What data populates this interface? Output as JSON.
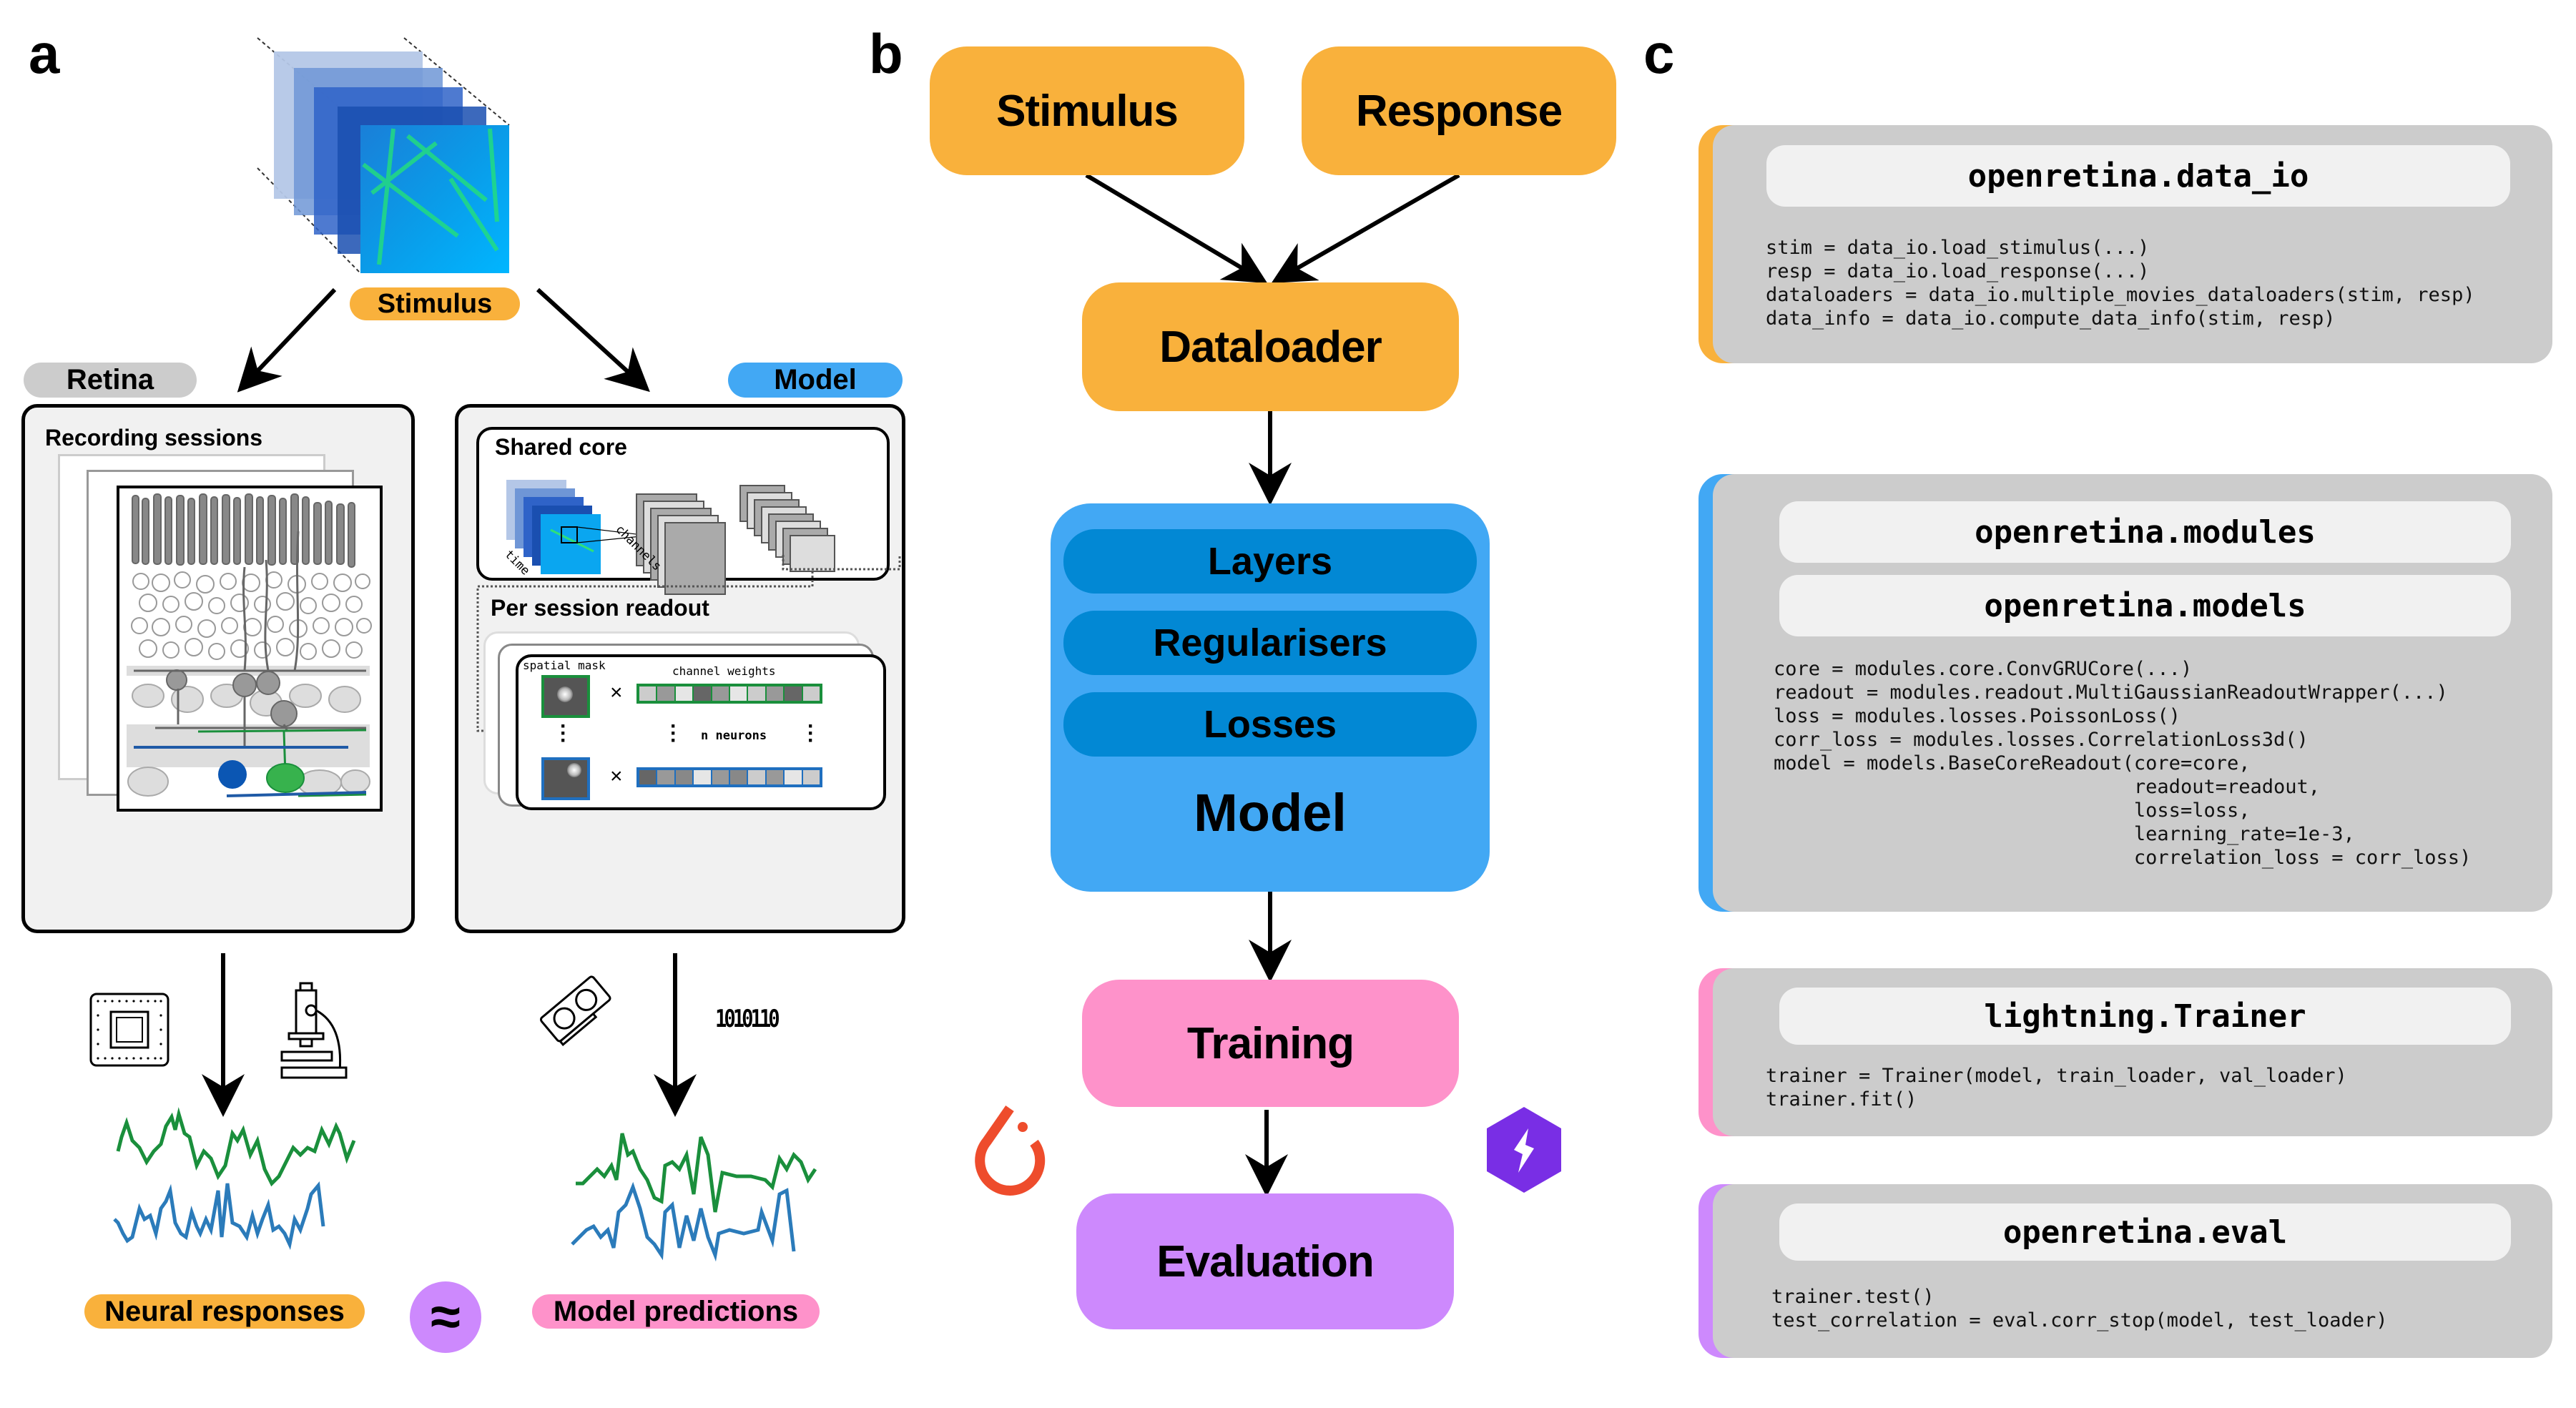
{
  "panels": {
    "a": "a",
    "b": "b",
    "c": "c"
  },
  "colors": {
    "orange": "#f9b13c",
    "blue": "#42a8f4",
    "blue_dark": "#0288d4",
    "pink": "#fe92ca",
    "purple": "#cd89fd",
    "grey_pill": "#cccccc",
    "code_bg": "#cccccc",
    "code_header_bg": "#f1f1f1",
    "trace_green": "#1a8f3c",
    "trace_blue": "#2b7bba",
    "pytorch_red": "#ee4c2c",
    "lightning_purple": "#792ee5"
  },
  "panel_a": {
    "stimulus_label": "Stimulus",
    "retina_label": "Retina",
    "model_label": "Model",
    "recording_sessions": "Recording sessions",
    "shared_core": "Shared core",
    "core_axis_time": "time",
    "core_axis_channels": "channels",
    "per_session_readout": "Per session readout",
    "spatial_mask": "spatial mask",
    "channel_weights": "channel weights",
    "n_neurons": "n neurons",
    "multiply_symbol": "×",
    "binary_text": "1010110",
    "neural_responses": "Neural responses",
    "model_predictions": "Model predictions",
    "approx_symbol": "≈",
    "icons": [
      "microelectrode-array-icon",
      "microscope-icon",
      "gpu-icon",
      "binary-code-icon"
    ]
  },
  "panel_b": {
    "stimulus": "Stimulus",
    "response": "Response",
    "dataloader": "Dataloader",
    "model": "Model",
    "model_parts": [
      "Layers",
      "Regularisers",
      "Losses"
    ],
    "training": "Training",
    "evaluation": "Evaluation",
    "icons": [
      "pytorch-icon",
      "lightning-icon"
    ]
  },
  "panel_c": {
    "blocks": [
      {
        "headers": [
          "openretina.data_io"
        ],
        "code": "stim = data_io.load_stimulus(...)\nresp = data_io.load_response(...)\ndataloaders = data_io.multiple_movies_dataloaders(stim, resp)\ndata_info = data_io.compute_data_info(stim, resp)"
      },
      {
        "headers": [
          "openretina.modules",
          "openretina.models"
        ],
        "code": "core = modules.core.ConvGRUCore(...)\nreadout = modules.readout.MultiGaussianReadoutWrapper(...)\nloss = modules.losses.PoissonLoss()\ncorr_loss = modules.losses.CorrelationLoss3d()\nmodel = models.BaseCoreReadout(core=core,\n                               readout=readout,\n                               loss=loss,\n                               learning_rate=1e-3,\n                               correlation_loss = corr_loss)"
      },
      {
        "headers": [
          "lightning.Trainer"
        ],
        "code": "trainer = Trainer(model, train_loader, val_loader)\ntrainer.fit()"
      },
      {
        "headers": [
          "openretina.eval"
        ],
        "code": "trainer.test()\ntest_correlation = eval.corr_stop(model, test_loader)"
      }
    ]
  }
}
